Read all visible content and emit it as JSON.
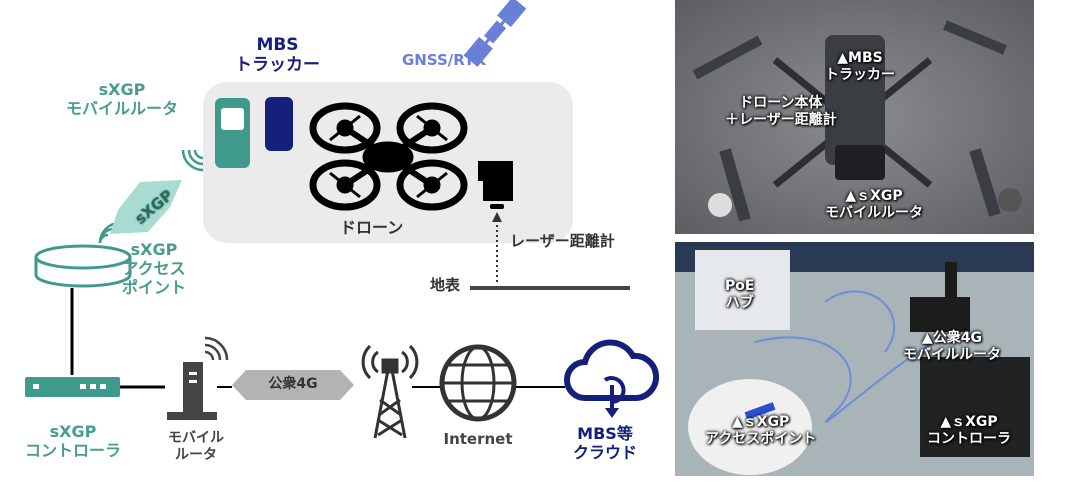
{
  "diagram": {
    "mbs_tracker": [
      "MBS",
      "トラッカー"
    ],
    "gnss": "GNSS/RTK",
    "sxgp_router": [
      "sXGP",
      "モバイルルータ"
    ],
    "sxgp_link": "sXGP",
    "drone": "ドローン",
    "laser": "レーザー距離計",
    "ground": "地表",
    "access_point": [
      "sXGP",
      "アクセス",
      "ポイント"
    ],
    "controller": [
      "sXGP",
      "コントローラ"
    ],
    "mobile_router": [
      "モバイル",
      "ルータ"
    ],
    "public4g": "公衆4G",
    "internet": "Internet",
    "cloud": [
      "MBS等",
      "クラウド"
    ],
    "colors": {
      "teal": "#4a9c8e",
      "navy": "#15207a",
      "gnss": "#6a7fd8",
      "panel": "#ebebeb"
    }
  },
  "photos": {
    "drone_photo": {
      "tracker": [
        "▲MBS",
        "トラッカー"
      ],
      "body": [
        "ドローン本体",
        "＋レーザー距離計"
      ],
      "router": [
        "▲ｓXGP",
        "モバイルルータ"
      ]
    },
    "ground_photo": {
      "poe": [
        "PoE",
        "ハブ"
      ],
      "public4g": [
        "▲公衆4G",
        "モバイルルータ"
      ],
      "ap": [
        "▲ｓXGP",
        "アクセスポイント"
      ],
      "controller": [
        "▲ｓXGP",
        "コントローラ"
      ]
    }
  }
}
